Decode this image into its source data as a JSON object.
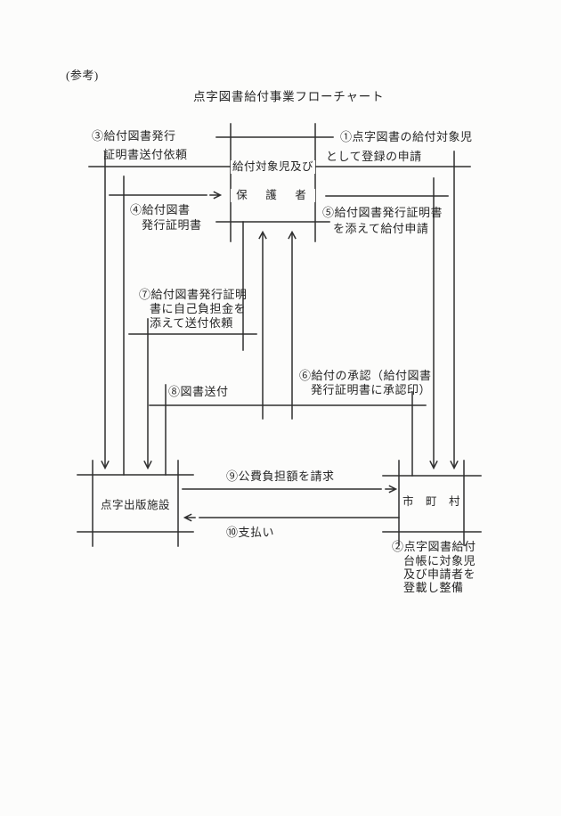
{
  "page": {
    "note": "(参考)",
    "title": "点字図書給付事業フローチャート"
  },
  "nodes": {
    "guardian": {
      "line1": "給付対象児及び",
      "line2": "保　護　者"
    },
    "publisher": {
      "name": "点字出版施設"
    },
    "municipality": {
      "name": "市　町　村"
    }
  },
  "flows": {
    "f1": {
      "line1": "①点字図書の給付対象児",
      "line2": "として登録の申請"
    },
    "f2": {
      "line1": "②点字図書給付",
      "line2": "台帳に対象児",
      "line3": "及び申請者を",
      "line4": "登載し整備"
    },
    "f3": {
      "line1": "③給付図書発行",
      "line2": "証明書送付依頼"
    },
    "f4": {
      "line1": "④給付図書",
      "line2": "発行証明書"
    },
    "f5": {
      "line1": "⑤給付図書発行証明書",
      "line2": "を添えて給付申請"
    },
    "f6": {
      "line1": "⑥給付の承認（給付図書",
      "line2": "発行証明書に承認印）"
    },
    "f7": {
      "line1": "⑦給付図書発行証明",
      "line2": "書に自己負担金を",
      "line3": "添えて送付依頼"
    },
    "f8": {
      "label": "⑧図書送付"
    },
    "f9": {
      "label": "⑨公費負担額を請求"
    },
    "f10": {
      "label": "⑩支払い"
    }
  }
}
